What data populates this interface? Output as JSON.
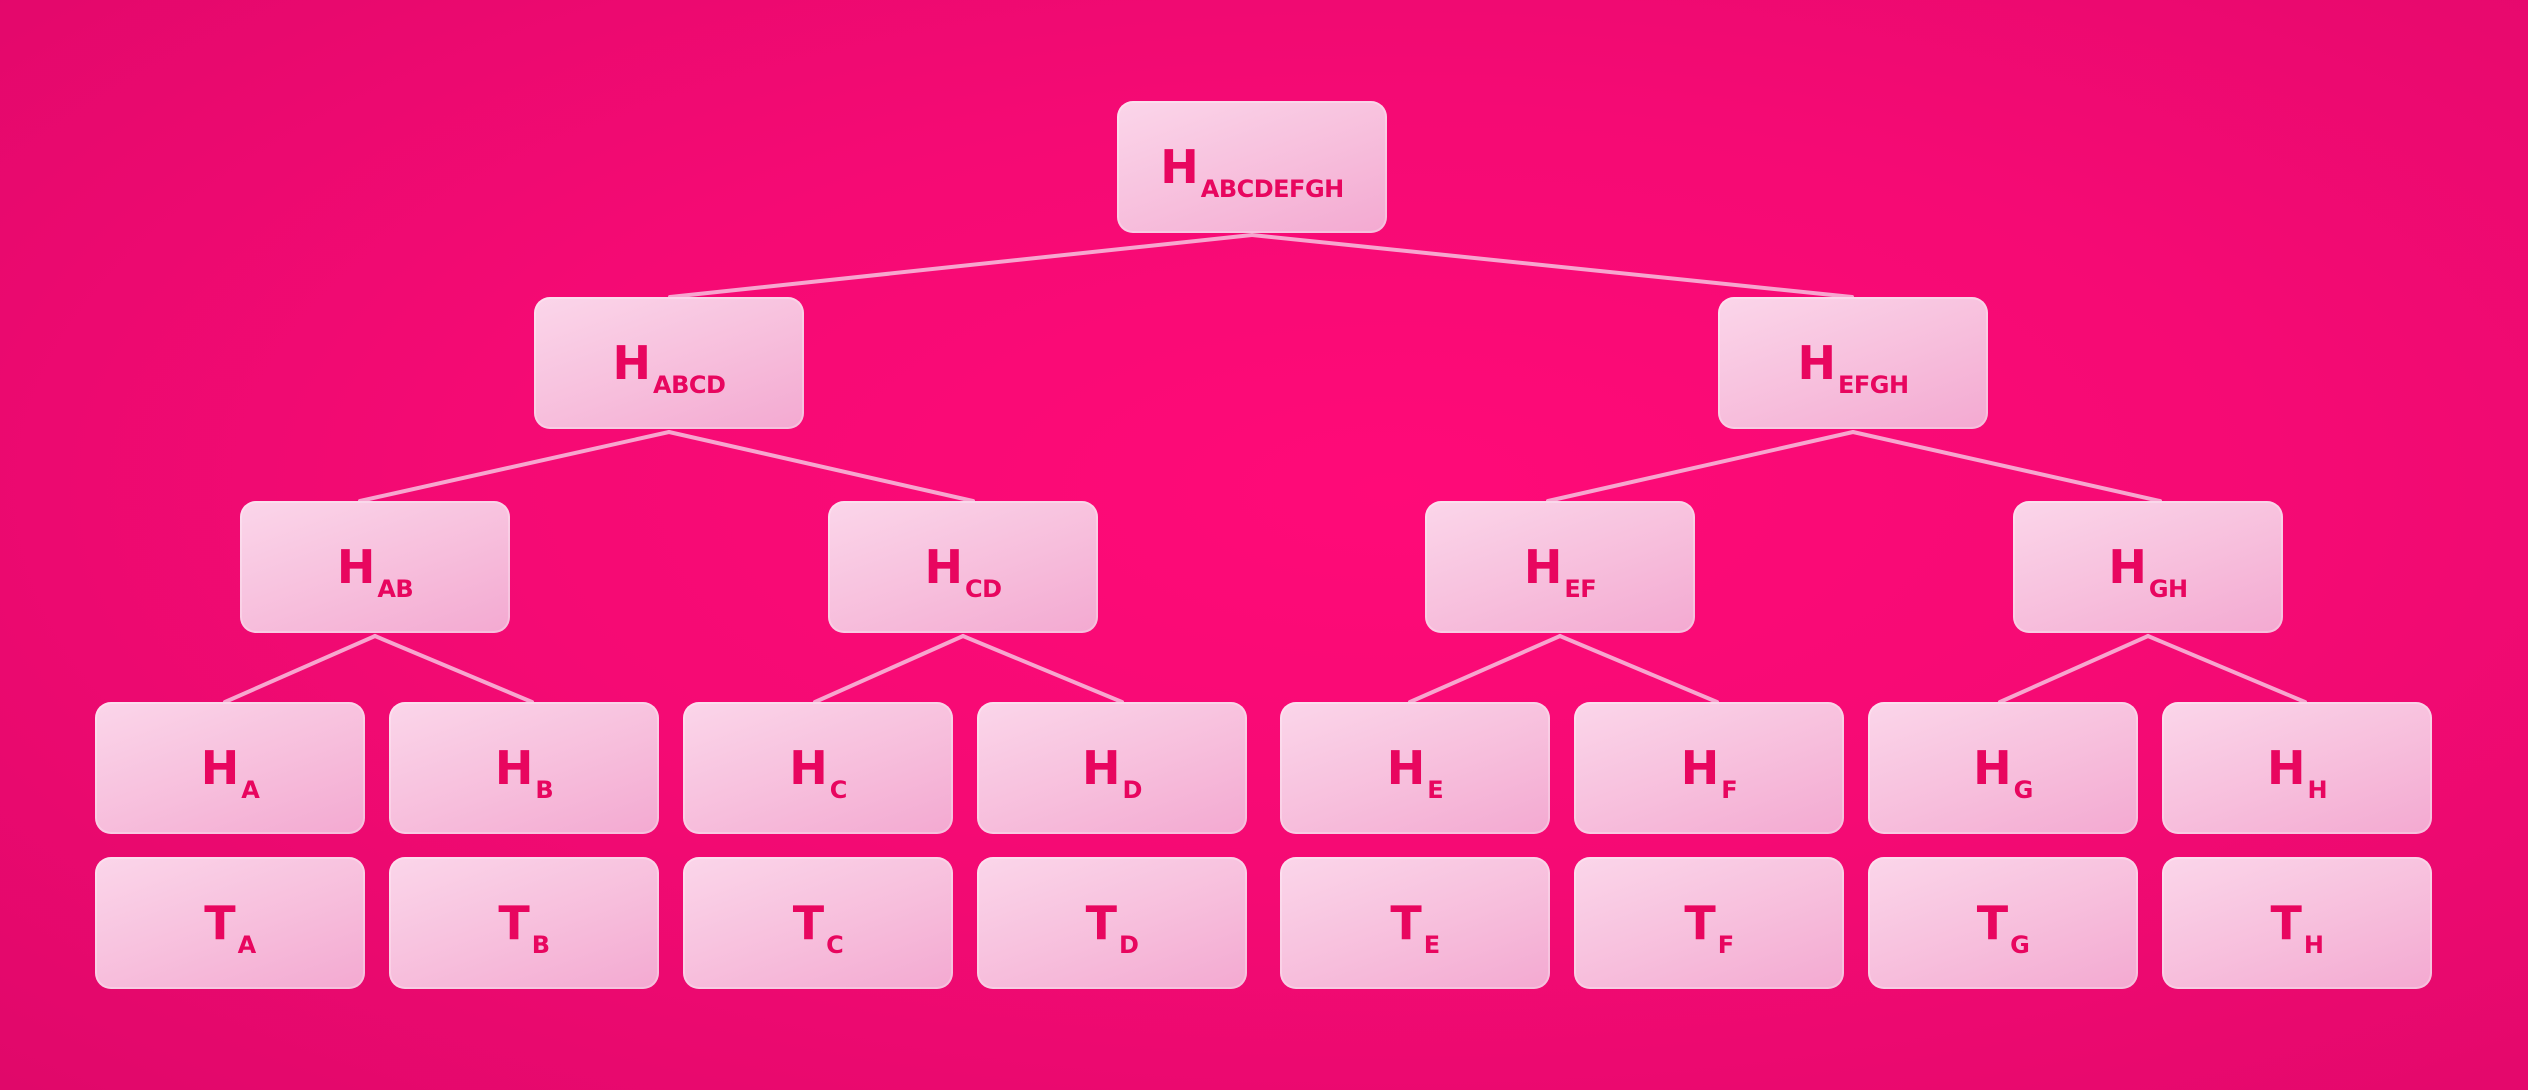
{
  "colors": {
    "background": "#f50a74",
    "node_fill": "#f7bedc",
    "node_text": "#e8065f",
    "edge": "#f7a6cf"
  },
  "tree": {
    "root": {
      "main": "H",
      "sub": "ABCDEFGH"
    },
    "level1": [
      {
        "main": "H",
        "sub": "ABCD"
      },
      {
        "main": "H",
        "sub": "EFGH"
      }
    ],
    "level2": [
      {
        "main": "H",
        "sub": "AB"
      },
      {
        "main": "H",
        "sub": "CD"
      },
      {
        "main": "H",
        "sub": "EF"
      },
      {
        "main": "H",
        "sub": "GH"
      }
    ],
    "hashes": [
      {
        "main": "H",
        "sub": "A"
      },
      {
        "main": "H",
        "sub": "B"
      },
      {
        "main": "H",
        "sub": "C"
      },
      {
        "main": "H",
        "sub": "D"
      },
      {
        "main": "H",
        "sub": "E"
      },
      {
        "main": "H",
        "sub": "F"
      },
      {
        "main": "H",
        "sub": "G"
      },
      {
        "main": "H",
        "sub": "H"
      }
    ],
    "transactions": [
      {
        "main": "T",
        "sub": "A"
      },
      {
        "main": "T",
        "sub": "B"
      },
      {
        "main": "T",
        "sub": "C"
      },
      {
        "main": "T",
        "sub": "D"
      },
      {
        "main": "T",
        "sub": "E"
      },
      {
        "main": "T",
        "sub": "F"
      },
      {
        "main": "T",
        "sub": "G"
      },
      {
        "main": "T",
        "sub": "H"
      }
    ]
  }
}
